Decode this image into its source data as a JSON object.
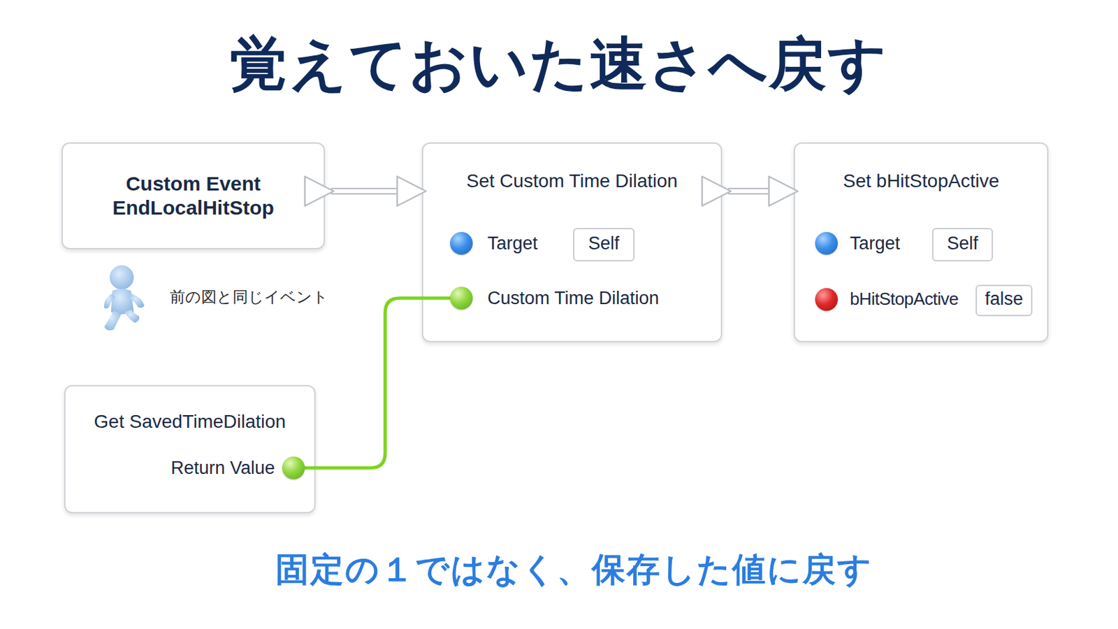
{
  "diagram": {
    "title": "覚えておいた速さへ戻す",
    "caption": "固定の１ではなく、保存した値に戻す",
    "nodes": [
      {
        "text": [
          "Custom Event EndLocalHitStop"
        ]
      },
      {
        "text": [
          "Set Custom Time Dilation",
          "Target",
          "Custom Time Dilation"
        ]
      },
      {
        "text": [
          "Self"
        ],
        "in": 1
      },
      {
        "text": [
          "Set bHitStopActive",
          "Target",
          "bHitStopActive"
        ]
      },
      {
        "text": [
          "Self"
        ],
        "in": 3
      },
      {
        "text": [
          "false"
        ],
        "in": 3
      },
      {
        "text": [
          "Get SavedTimeDilation",
          "Return Value"
        ]
      }
    ],
    "edges": [
      {
        "from": 0,
        "to": 1,
        "arrow": "to"
      },
      {
        "from": 1,
        "to": 3,
        "arrow": "to"
      },
      {
        "from": 6,
        "to": 1,
        "arrow": "none"
      }
    ],
    "labels": [
      "前の図と同じイベント"
    ]
  }
}
